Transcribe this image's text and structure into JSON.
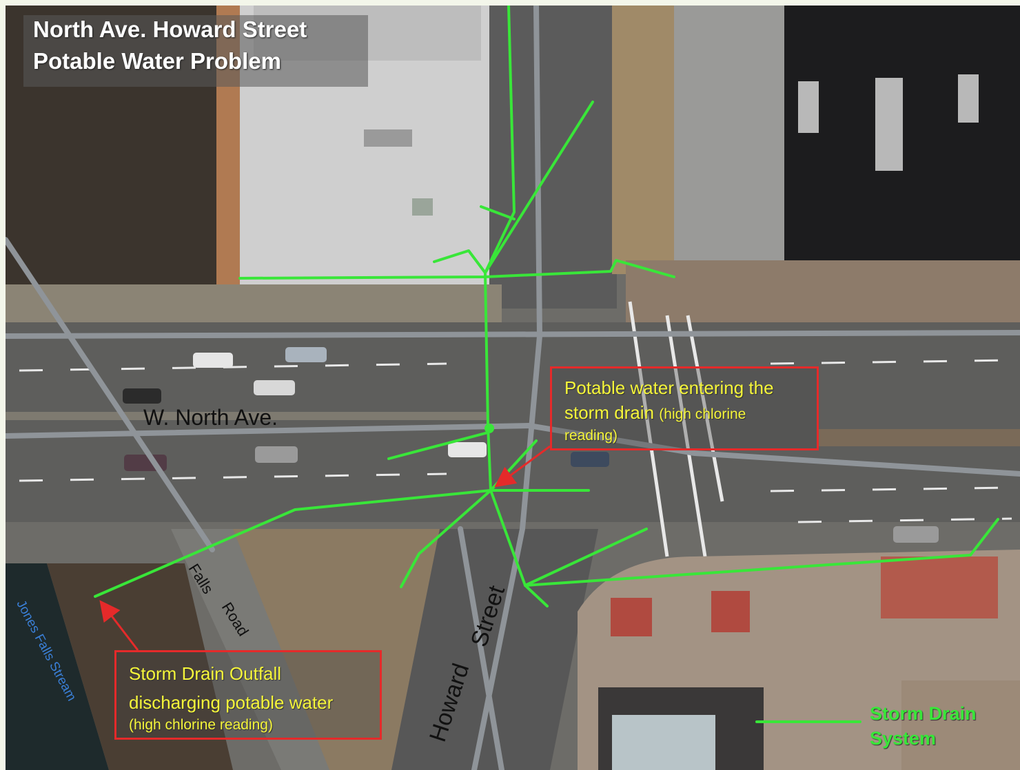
{
  "title": {
    "line1": "North Ave. Howard Street",
    "line2": "Potable Water Problem"
  },
  "streets": {
    "north_ave": "W. North Ave.",
    "falls_road_1": "Falls",
    "falls_road_2": "Road",
    "howard_street_1": "Howard",
    "howard_street_2": "Street",
    "jones_falls": "Jones Falls Stream"
  },
  "callouts": {
    "entering": {
      "line1": "Potable water entering the",
      "line2": "storm drain",
      "note": "(high chlorine reading)"
    },
    "outfall": {
      "line1": "Storm Drain Outfall",
      "line2": "discharging potable water",
      "note": "(high chlorine reading)"
    }
  },
  "legend": {
    "line1": "Storm Drain",
    "line2": "System"
  },
  "colors": {
    "storm_drain": "#39e639",
    "callout_border": "#e52a2a",
    "callout_text": "#f5f53a",
    "water_label": "#3a7fd6"
  }
}
